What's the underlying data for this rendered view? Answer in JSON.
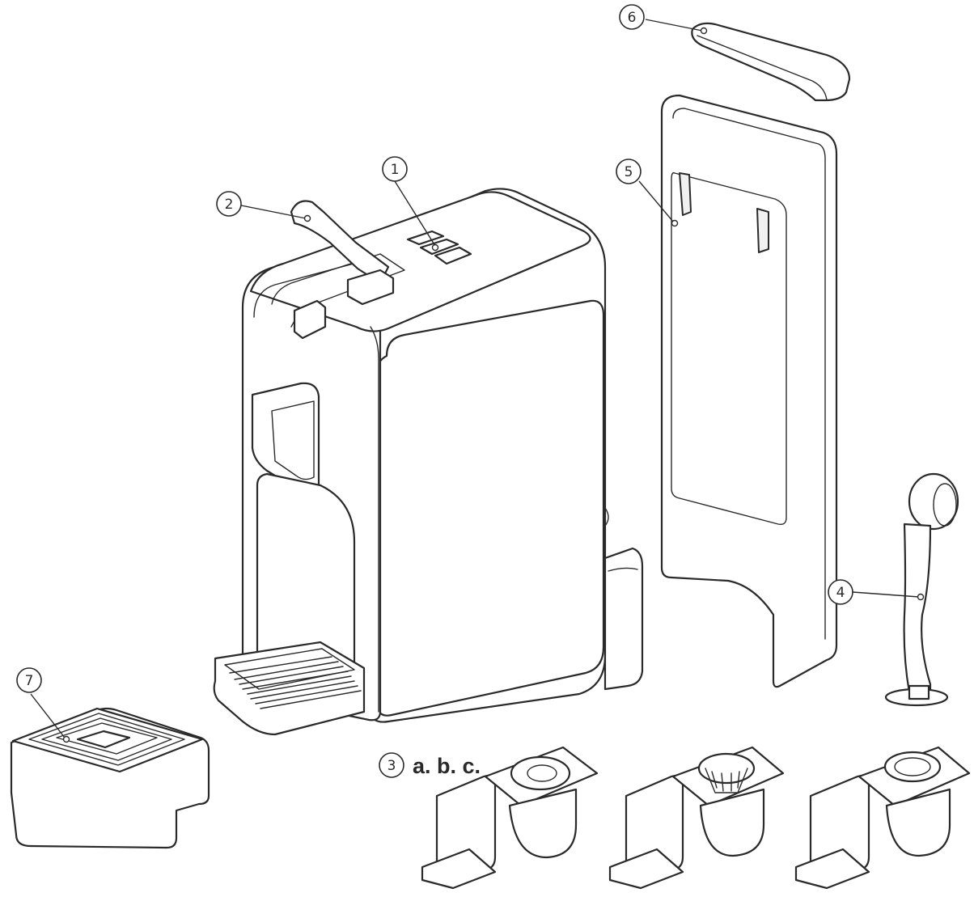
{
  "callouts": [
    {
      "id": "1",
      "label": "1"
    },
    {
      "id": "2",
      "label": "2"
    },
    {
      "id": "3",
      "label": "3"
    },
    {
      "id": "4",
      "label": "4"
    },
    {
      "id": "5",
      "label": "5"
    },
    {
      "id": "6",
      "label": "6"
    },
    {
      "id": "7",
      "label": "7"
    }
  ],
  "adapter_variants": "a. b. c."
}
